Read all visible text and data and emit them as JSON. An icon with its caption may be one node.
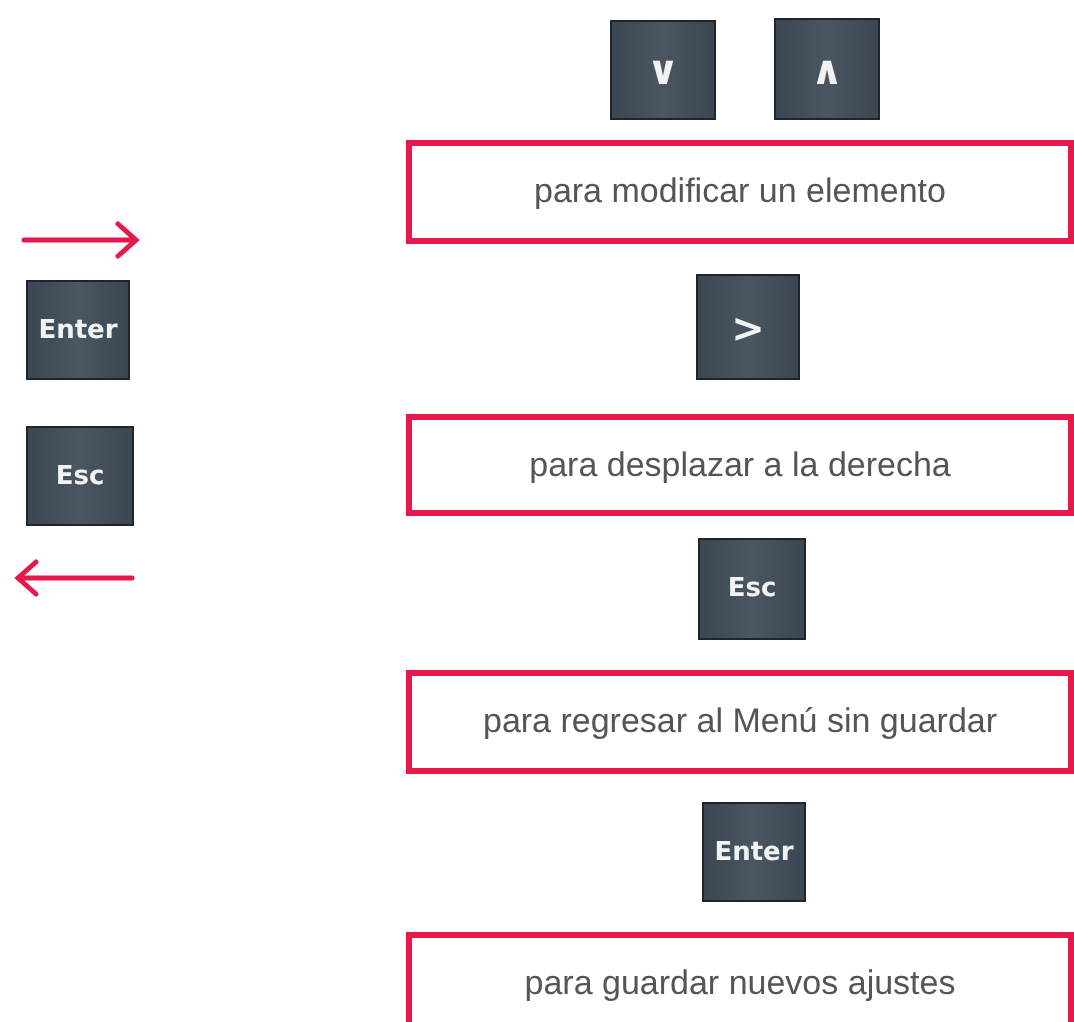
{
  "diagram": {
    "nodes": [
      {
        "text": [
          "∨"
        ]
      },
      {
        "text": [
          "∧"
        ]
      },
      {
        "text": [
          "para modificar un elemento"
        ]
      },
      {
        "text": [
          "Enter"
        ]
      },
      {
        "text": [
          ">"
        ]
      },
      {
        "text": [
          "Esc"
        ]
      },
      {
        "text": [
          "para desplazar a la derecha"
        ]
      },
      {
        "text": [
          "Esc"
        ]
      },
      {
        "text": [
          "para regresar al Menú sin guardar"
        ]
      },
      {
        "text": [
          "Enter"
        ]
      },
      {
        "text": [
          "para guardar nuevos ajustes"
        ]
      }
    ]
  }
}
